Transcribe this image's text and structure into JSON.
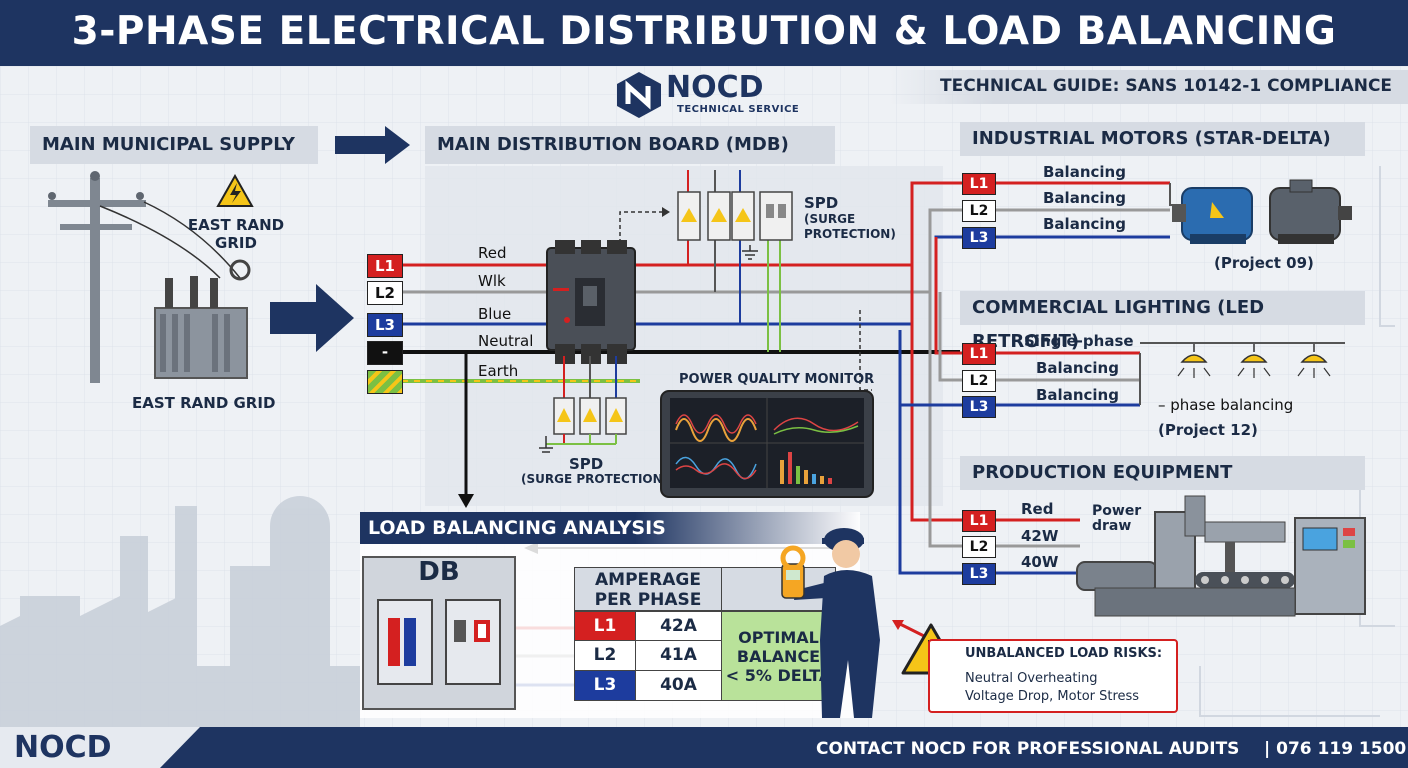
{
  "title": "3-PHASE ELECTRICAL DISTRIBUTION & LOAD BALANCING",
  "logo": {
    "name": "NOCD",
    "subtitle": "TECHNICAL SERVICE",
    "icon": "nocd-hexagon-logo-icon"
  },
  "guide": "TECHNICAL GUIDE: SANS 10142-1 COMPLIANCE",
  "supply": {
    "header": "MAIN MUNICIPAL SUPPLY",
    "grid_label_1": "EAST RAND",
    "grid_label_2": "GRID",
    "grid_label_bottom": "EAST RAND GRID"
  },
  "mdb": {
    "header": "MAIN DISTRIBUTION BOARD (MDB)",
    "phases": [
      "L1",
      "L2",
      "L3",
      "-"
    ],
    "wire_labels": [
      "Red",
      "Wlk",
      "Blue",
      "Neutral",
      "Earth"
    ],
    "spd_top_1": "SPD",
    "spd_top_2": "(SURGE",
    "spd_top_3": "PROTECTION)",
    "spd_bottom_1": "SPD",
    "spd_bottom_2": "(SURGE PROTECTION)",
    "monitor_title": "POWER QUALITY MONITOR"
  },
  "motors": {
    "header": "INDUSTRIAL MOTORS (STAR-DELTA)",
    "phases": [
      "L1",
      "L2",
      "L3"
    ],
    "labels": [
      "Balancing",
      "Balancing",
      "Balancing"
    ],
    "project": "(Project 09)"
  },
  "lighting": {
    "header": "COMMERCIAL LIGHTING (LED RETROFIT)",
    "phases": [
      "L1",
      "L2",
      "L3"
    ],
    "labels": [
      "Single-phase",
      "Balancing",
      "Balancing"
    ],
    "note": "– phase balancing",
    "project": "(Project 12)"
  },
  "production": {
    "header": "PRODUCTION EQUIPMENT",
    "phases": [
      "L1",
      "L2",
      "L3"
    ],
    "labels": [
      "Red",
      "42W",
      "40W"
    ],
    "power_1": "Power",
    "power_2": "draw"
  },
  "analysis": {
    "header": "LOAD BALANCING ANALYSIS",
    "db_label": "DB",
    "table_header_1": "AMPERAGE",
    "table_header_2": "PER PHASE",
    "rows": [
      {
        "phase": "L1",
        "amps": "42A"
      },
      {
        "phase": "L2",
        "amps": "41A"
      },
      {
        "phase": "L3",
        "amps": "40A"
      }
    ],
    "optimal_1": "OPTIMAL",
    "optimal_2": "BALANCE",
    "optimal_3": "< 5% DELTA"
  },
  "risks": {
    "title": "UNBALANCED LOAD RISKS:",
    "line_1": "Neutral Overheating",
    "line_2": "Voltage Drop, Motor Stress"
  },
  "footer": {
    "logo": "NOCD",
    "contact": "CONTACT NOCD FOR PROFESSIONAL AUDITS",
    "phone": "| 076 119 1500"
  },
  "colors": {
    "navy": "#1e3461",
    "l1": "#d42020",
    "l2": "#ffffff",
    "l3": "#1d3c9e",
    "earth": "#7bc043",
    "warning": "#f5c518"
  }
}
